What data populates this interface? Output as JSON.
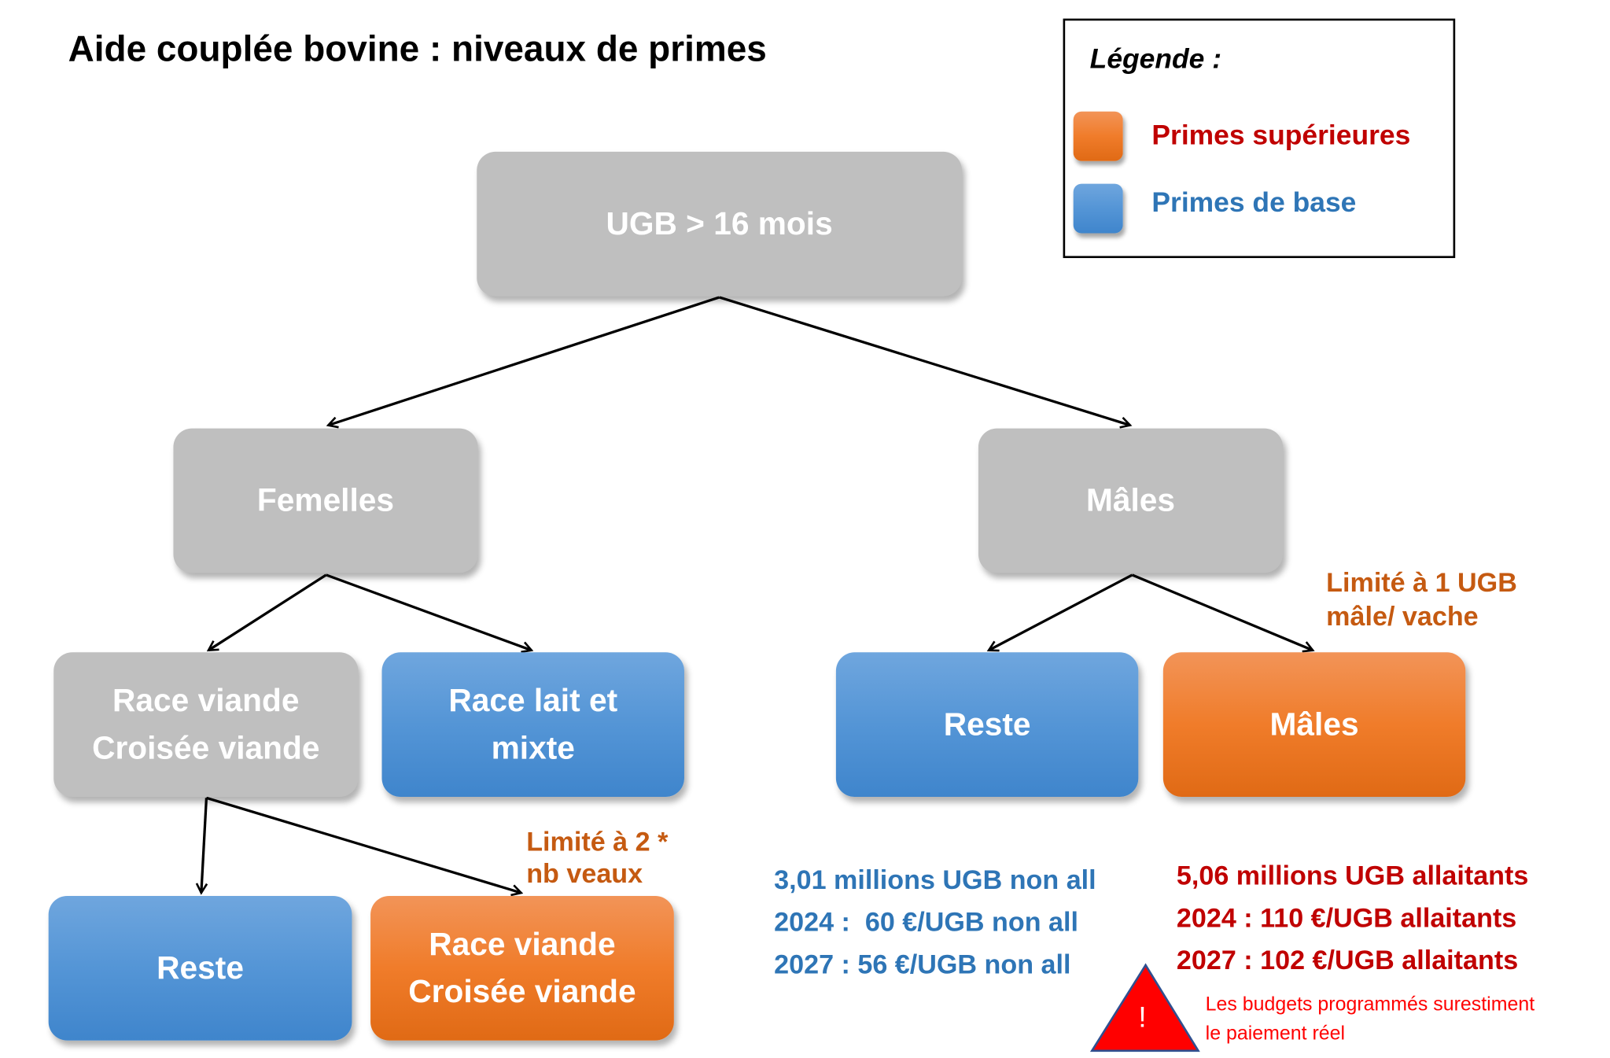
{
  "title": "Aide couplée bovine : niveaux de primes",
  "legend": {
    "title": "Légende :",
    "items": [
      {
        "label": "Primes supérieures",
        "color": "#f07c2a",
        "text_color": "#c00000"
      },
      {
        "label": "Primes de base",
        "color": "#5495d6",
        "text_color": "#2e75b6"
      }
    ]
  },
  "nodes": {
    "root": "UGB > 16 mois",
    "femelles": "Femelles",
    "males": "Mâles",
    "race_viande": [
      "Race viande",
      "Croisée viande"
    ],
    "race_lait": [
      "Race lait et",
      "mixte"
    ],
    "males_reste": "Reste",
    "males_prime": "Mâles",
    "femelles_reste": "Reste",
    "race_viande_prime": [
      "Race viande",
      "Croisée viande"
    ]
  },
  "notes": {
    "males_limit": [
      "Limité à 1 UGB",
      "mâle/ vache"
    ],
    "femelles_limit": [
      "Limité à 2 *",
      "nb veaux"
    ]
  },
  "stats": {
    "non_allaitants": [
      "3,01 millions UGB non all",
      "2024 :  60 €/UGB non all",
      "2027 : 56 €/UGB non all"
    ],
    "allaitants": [
      "5,06 millions UGB allaitants",
      "2024 : 110 €/UGB allaitants",
      "2027 : 102 €/UGB allaitants"
    ]
  },
  "warning": {
    "symbol": "!",
    "text": [
      "Les budgets programmés surestiment",
      "le paiement réel"
    ]
  }
}
